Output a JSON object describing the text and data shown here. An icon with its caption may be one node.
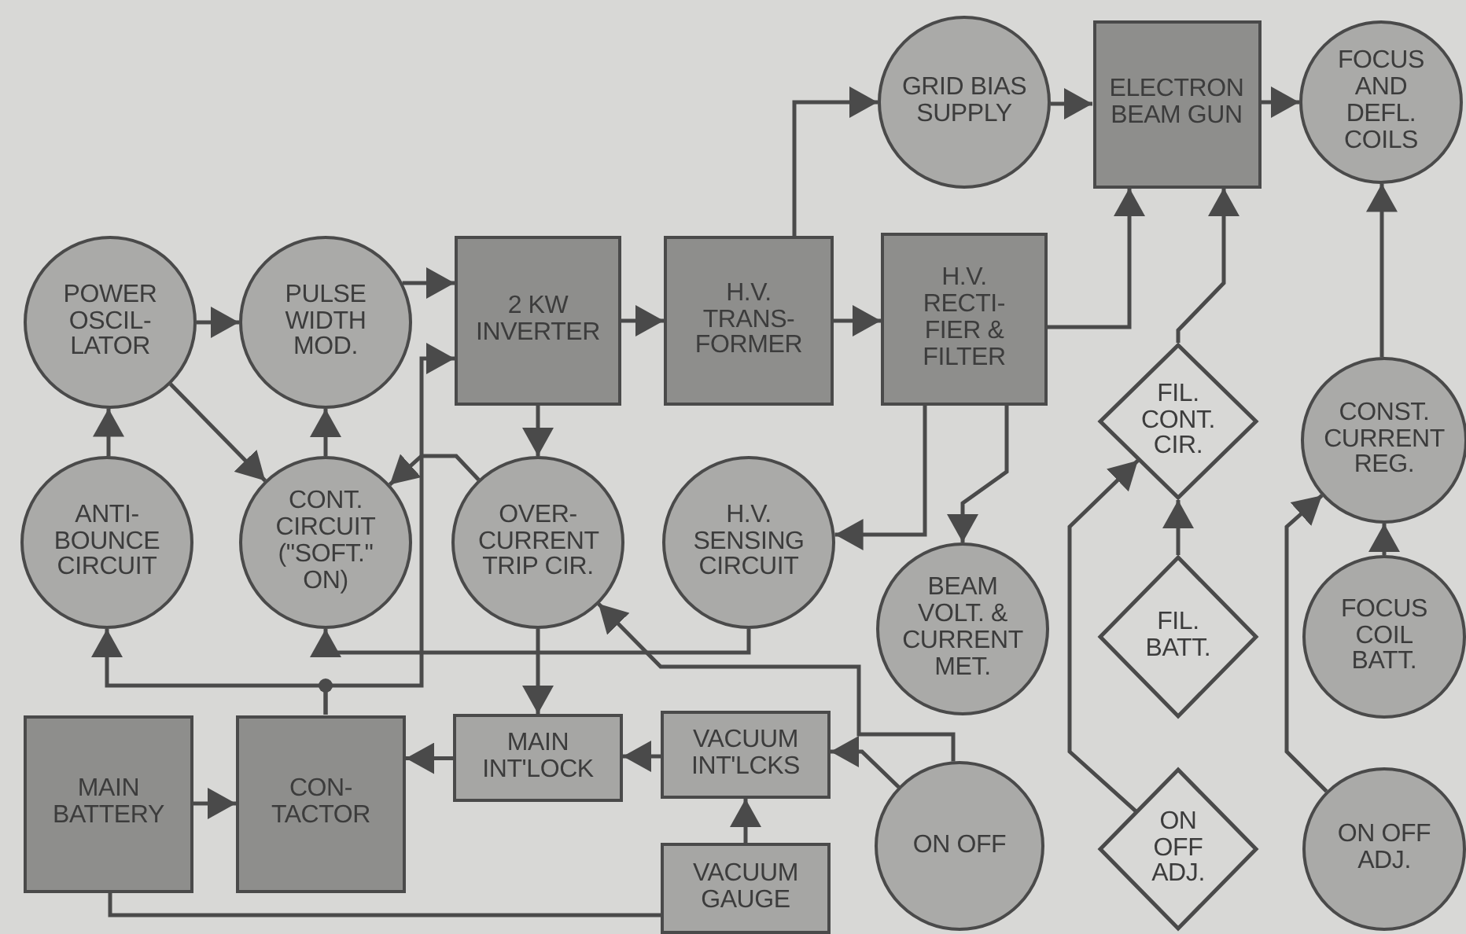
{
  "diagram": {
    "nodes": [
      {
        "text": [
          "POWER OSCIL- LATOR"
        ]
      },
      {
        "text": [
          "PULSE WIDTH MOD."
        ]
      },
      {
        "text": [
          "2 KW INVERTER"
        ]
      },
      {
        "text": [
          "H.V. TRANS- FORMER"
        ]
      },
      {
        "text": [
          "H.V. RECTI- FIER & FILTER"
        ]
      },
      {
        "text": [
          "GRID BIAS SUPPLY"
        ]
      },
      {
        "text": [
          "ELECTRON BEAM GUN"
        ]
      },
      {
        "text": [
          "FOCUS AND DEFL. COILS"
        ]
      },
      {
        "text": [
          "ANTI- BOUNCE CIRCUIT"
        ]
      },
      {
        "text": [
          "CONT. CIRCUIT (\"SOFT.\" ON)"
        ]
      },
      {
        "text": [
          "OVER- CURRENT TRIP CIR."
        ]
      },
      {
        "text": [
          "H.V. SENSING CIRCUIT"
        ]
      },
      {
        "text": [
          "BEAM VOLT. & CURRENT MET."
        ]
      },
      {
        "text": [
          "FIL. CONT. CIR."
        ]
      },
      {
        "text": [
          "FIL. BATT."
        ]
      },
      {
        "text": [
          "CONST. CURRENT REG."
        ]
      },
      {
        "text": [
          "FOCUS COIL BATT."
        ]
      },
      {
        "text": [
          "MAIN BATTERY"
        ]
      },
      {
        "text": [
          "CON- TACTOR"
        ]
      },
      {
        "text": [
          "MAIN INT'LOCK"
        ]
      },
      {
        "text": [
          "VACUUM INT'LCKS"
        ]
      },
      {
        "text": [
          "VACUUM GAUGE"
        ]
      },
      {
        "text": [
          "ON OFF"
        ]
      },
      {
        "text": [
          "ON OFF ADJ."
        ]
      },
      {
        "text": [
          "ON OFF ADJ."
        ]
      }
    ],
    "edges": [
      {
        "from": 0,
        "to": 1,
        "arrow": "to"
      },
      {
        "from": 1,
        "to": 2,
        "arrow": "to"
      },
      {
        "from": 2,
        "to": 3,
        "arrow": "to"
      },
      {
        "from": 3,
        "to": 4,
        "arrow": "to"
      },
      {
        "from": 3,
        "to": 5,
        "arrow": "to"
      },
      {
        "from": 5,
        "to": 6,
        "arrow": "to"
      },
      {
        "from": 6,
        "to": 7,
        "arrow": "to"
      },
      {
        "from": 4,
        "to": 6,
        "arrow": "to"
      },
      {
        "from": 13,
        "to": 6,
        "arrow": "to"
      },
      {
        "from": 14,
        "to": 13,
        "arrow": "to"
      },
      {
        "from": 23,
        "to": 13,
        "arrow": "to"
      },
      {
        "from": 16,
        "to": 15,
        "arrow": "to"
      },
      {
        "from": 15,
        "to": 7,
        "arrow": "to"
      },
      {
        "from": 24,
        "to": 15,
        "arrow": "to"
      },
      {
        "from": 8,
        "to": 0,
        "arrow": "to"
      },
      {
        "from": 9,
        "to": 1,
        "arrow": "to"
      },
      {
        "from": 0,
        "to": 9,
        "arrow": "to"
      },
      {
        "from": 10,
        "to": 9,
        "arrow": "to"
      },
      {
        "from": 2,
        "to": 10,
        "arrow": "to"
      },
      {
        "from": 4,
        "to": 11,
        "arrow": "to"
      },
      {
        "from": 4,
        "to": 12,
        "arrow": "to"
      },
      {
        "from": 11,
        "to": 9,
        "arrow": "to"
      },
      {
        "from": 22,
        "to": 10,
        "arrow": "to"
      },
      {
        "from": 22,
        "to": 20,
        "arrow": "to"
      },
      {
        "from": 20,
        "to": 19,
        "arrow": "to"
      },
      {
        "from": 19,
        "to": 18,
        "arrow": "to"
      },
      {
        "from": 17,
        "to": 18,
        "arrow": "to"
      },
      {
        "from": 21,
        "to": 20,
        "arrow": "to"
      },
      {
        "from": 10,
        "to": 19,
        "arrow": "to"
      },
      {
        "from": 17,
        "to": 21,
        "arrow": "none"
      },
      {
        "from": 18,
        "to": 8,
        "arrow": "to"
      },
      {
        "from": 18,
        "to": 2,
        "arrow": "to"
      }
    ]
  }
}
